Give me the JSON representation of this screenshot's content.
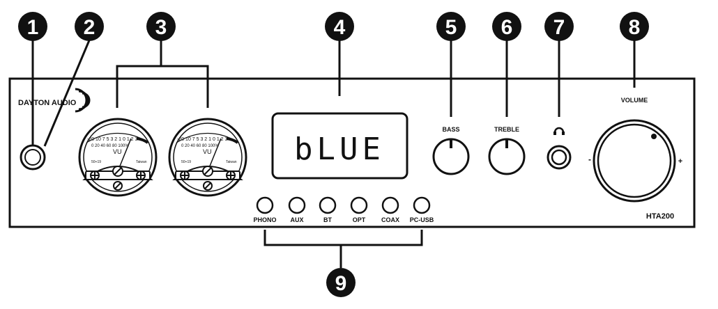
{
  "brand": "DAYTON AUDIO",
  "model": "HTA200",
  "display_text": "bLUE",
  "callouts": [
    "1",
    "2",
    "3",
    "4",
    "5",
    "6",
    "7",
    "8",
    "9"
  ],
  "controls": {
    "bass": "BASS",
    "treble": "TREBLE",
    "volume": "VOLUME",
    "minus": "-",
    "plus": "+"
  },
  "inputs": [
    "PHONO",
    "AUX",
    "BT",
    "OPT",
    "COAX",
    "PC-USB"
  ],
  "vu_meter": {
    "label": "VU",
    "scale_top": "-20 10 7 5 3 2 1 0 1 2 3",
    "scale_bottom": "0 20 40 60 80 100%",
    "left_mark": "50+19",
    "right_mark": "Taiwan"
  }
}
